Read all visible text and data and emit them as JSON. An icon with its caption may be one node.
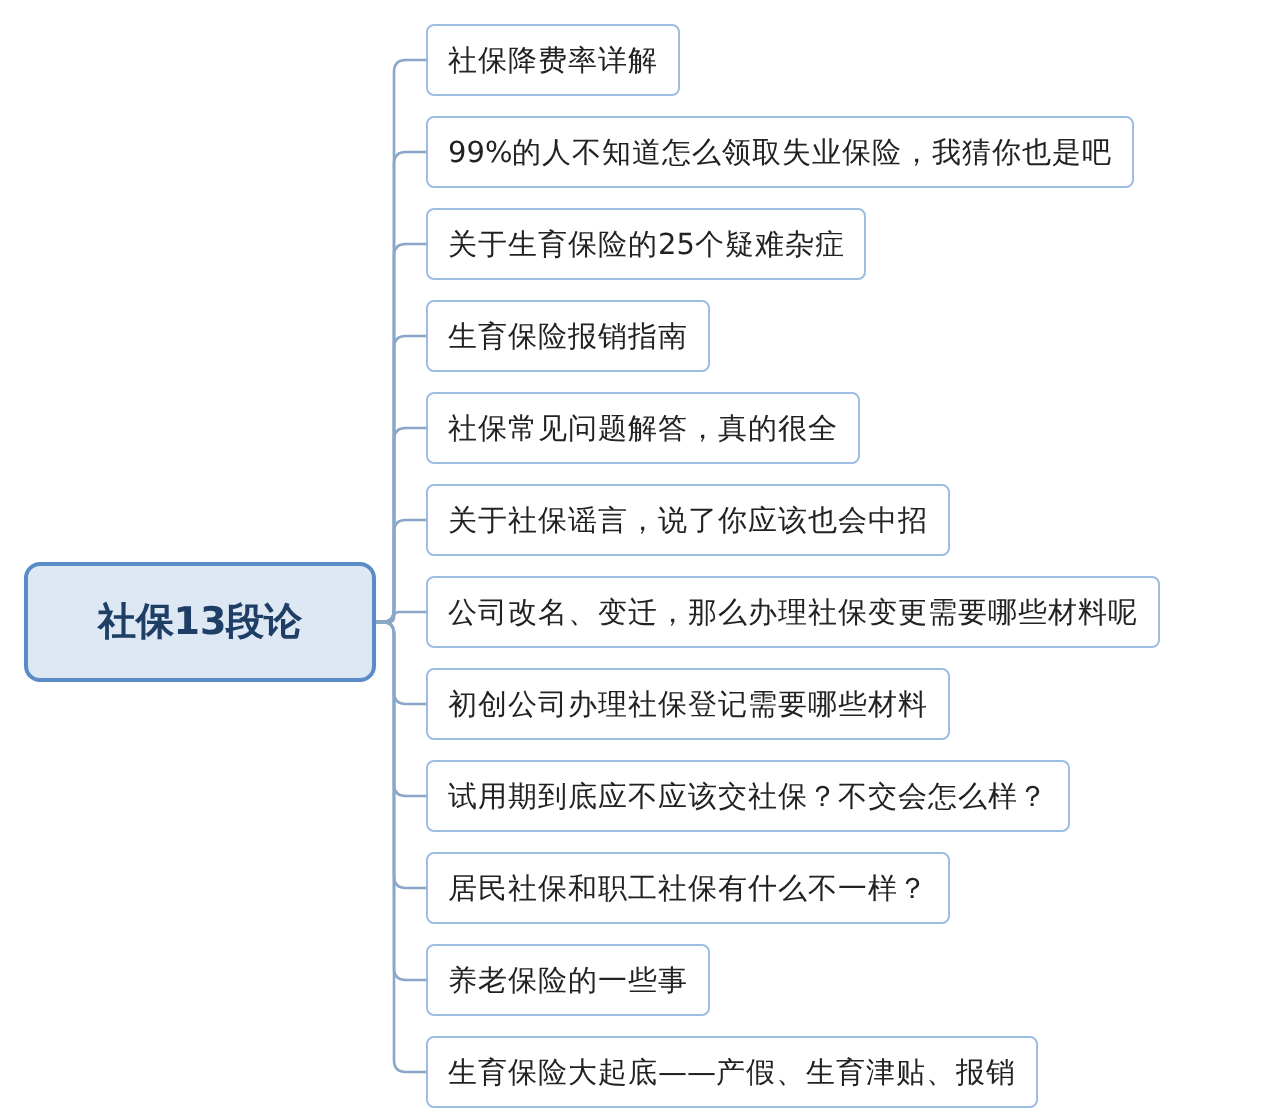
{
  "diagram": {
    "nodes": [
      {
        "text": [
          "社保13段论"
        ]
      },
      {
        "text": [
          "社保降费率详解"
        ]
      },
      {
        "text": [
          "99%的人不知道怎么领取失业保险，我猜你也是吧"
        ]
      },
      {
        "text": [
          "关于生育保险的25个疑难杂症"
        ]
      },
      {
        "text": [
          "生育保险报销指南"
        ]
      },
      {
        "text": [
          "社保常见问题解答，真的很全"
        ]
      },
      {
        "text": [
          "关于社保谣言，说了你应该也会中招"
        ]
      },
      {
        "text": [
          "公司改名、变迁，那么办理社保变更需要哪些材料呢"
        ]
      },
      {
        "text": [
          "初创公司办理社保登记需要哪些材料"
        ]
      },
      {
        "text": [
          "试用期到底应不应该交社保？不交会怎么样？"
        ]
      },
      {
        "text": [
          "居民社保和职工社保有什么不一样？"
        ]
      },
      {
        "text": [
          "养老保险的一些事"
        ]
      },
      {
        "text": [
          "生育保险大起底——产假、生育津贴、报销"
        ]
      }
    ],
    "edges": [
      {
        "from": 0,
        "to": 1,
        "arrow": "none"
      },
      {
        "from": 0,
        "to": 2,
        "arrow": "none"
      },
      {
        "from": 0,
        "to": 3,
        "arrow": "none"
      },
      {
        "from": 0,
        "to": 4,
        "arrow": "none"
      },
      {
        "from": 0,
        "to": 5,
        "arrow": "none"
      },
      {
        "from": 0,
        "to": 6,
        "arrow": "none"
      },
      {
        "from": 0,
        "to": 7,
        "arrow": "none"
      },
      {
        "from": 0,
        "to": 8,
        "arrow": "none"
      },
      {
        "from": 0,
        "to": 9,
        "arrow": "none"
      },
      {
        "from": 0,
        "to": 10,
        "arrow": "none"
      },
      {
        "from": 0,
        "to": 11,
        "arrow": "none"
      },
      {
        "from": 0,
        "to": 12,
        "arrow": "none"
      }
    ]
  }
}
